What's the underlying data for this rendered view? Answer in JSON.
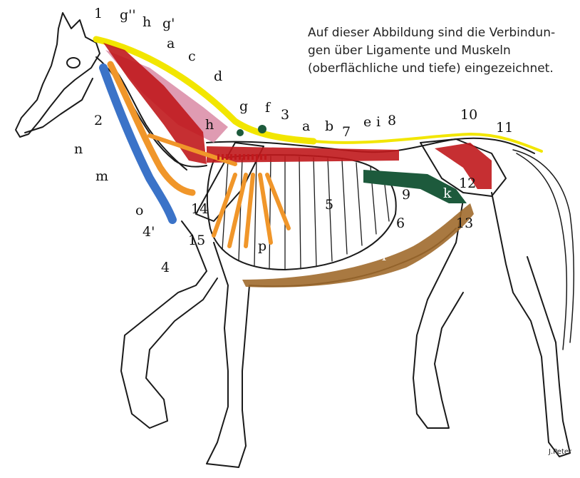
{
  "caption": {
    "lines": [
      "Auf dieser Abbildung sind die Verbindun-",
      "gen über Ligamente und Muskeln",
      "(oberflächliche und tiefe) eingezeichnet."
    ]
  },
  "signature": "J.Peter",
  "colors": {
    "nuchal_ligament": "#f2e600",
    "muscle_red": "#c0181c",
    "muscle_pink": "#d98aa5",
    "orange": "#f0962a",
    "blue": "#3b73c8",
    "green": "#1d5a3c",
    "brown": "#a06a2c",
    "bone_outline": "#1a1a1a"
  },
  "labels": {
    "n1": "1",
    "g2": "g''",
    "h_top": "h",
    "g1": "g'",
    "a_top": "a",
    "c": "c",
    "d": "d",
    "n2": "2",
    "h_mid": "h",
    "g": "g",
    "f": "f",
    "n3": "3",
    "a_back": "a",
    "b": "b",
    "n7": "7",
    "e": "e",
    "i": "i",
    "n8": "8",
    "n10": "10",
    "n11": "11",
    "n": "n",
    "m": "m",
    "o": "o",
    "n14": "14",
    "n4p": "4'",
    "n15": "15",
    "n4": "4",
    "n5": "5",
    "n9": "9",
    "k": "k",
    "n12": "12",
    "n6": "6",
    "n13": "13",
    "p": "p",
    "l": "l"
  }
}
